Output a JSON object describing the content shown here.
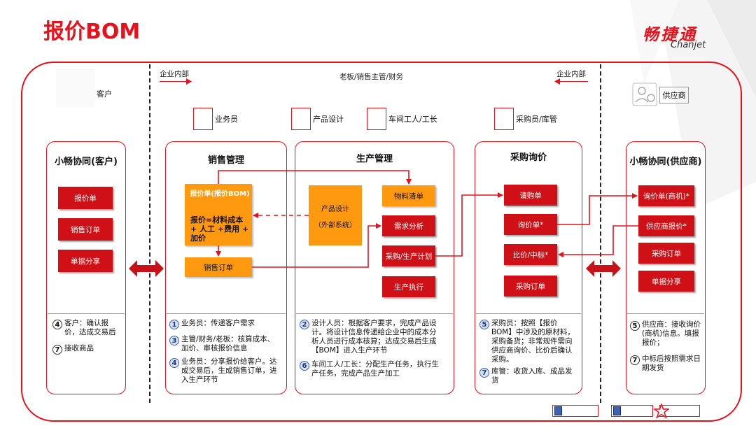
{
  "header": {
    "title": "报价BOM",
    "brand_cn": "畅捷通",
    "brand_en": "Chanjet"
  },
  "top": {
    "left_internal": "企业内部",
    "center_roles": "老板/销售主管/财务",
    "right_internal": "企业内部"
  },
  "actors": {
    "customer": "客户",
    "supplier": "供应商"
  },
  "roles": [
    "业务员",
    "产品设计",
    "车间工人/工长",
    "采购员/库管"
  ],
  "customer_panel": {
    "title": "小畅协同(客户)",
    "buttons": [
      "报价单",
      "销售订单",
      "单据分享"
    ],
    "notes": [
      {
        "num": "4",
        "text": "客户：确认报价，达成交易后"
      },
      {
        "num": "7",
        "text": "接收商品"
      }
    ]
  },
  "sales_panel": {
    "title": "销售管理",
    "quote_title": "报价单(报价BOM)",
    "quote_formula": "报价=材料成本 + 人工 +费用 + 加价",
    "order": "销售订单",
    "notes": [
      {
        "num": "1",
        "text": "业务员：传递客户需求"
      },
      {
        "num": "3",
        "text": "主管/财务/老板：核算成本、加价、审核报价信息"
      },
      {
        "num": "4",
        "text": "业务员：分享报价给客户。达成交易后，生成销售订单，进入生产环节"
      }
    ]
  },
  "production_panel": {
    "title": "生产管理",
    "design_box": [
      "产品设计",
      "（外部系统）"
    ],
    "buttons_orange": [
      "物料清单",
      "需求分析",
      "采购/生产计划"
    ],
    "button_red": "生产执行",
    "notes": [
      {
        "num": "2",
        "text": "设计人员：根据客户要求，完成产品设计。将设计信息传递给企业中的成本分析人员进行成本核算；达成交易后生成【BOM】进入生产环节"
      },
      {
        "num": "6",
        "text": "车间工人/工长：分配生产任务，执行生产任务，完成产品生产加工"
      }
    ]
  },
  "purchase_panel": {
    "title": "采购询价",
    "buttons": [
      "请购单",
      "询价单*",
      "比价/中标*",
      "采购订单"
    ],
    "notes": [
      {
        "num": "5",
        "text": "采购员：按照【报价BOM】中涉及的原材料，采购备货；非常规件需向供应商询价、比价后确认采购。"
      },
      {
        "num": "7",
        "text": "库管：收货入库、成品发货"
      }
    ]
  },
  "supplier_panel": {
    "title": "小畅协同(供应商)",
    "buttons": [
      "询价单(商机)*",
      "供应商报价*",
      "采购订单",
      "单据分享"
    ],
    "notes": [
      {
        "num": "5",
        "text": "供应商：接收询价(商机)信息。填报报价；"
      },
      {
        "num": "7",
        "text": "中标后按照需求日期发货"
      }
    ]
  },
  "colors": {
    "accent": "#e8101a",
    "red_button": "#cf1016",
    "orange_button": "#ff9a10",
    "blue_number": "#3b62b4"
  }
}
